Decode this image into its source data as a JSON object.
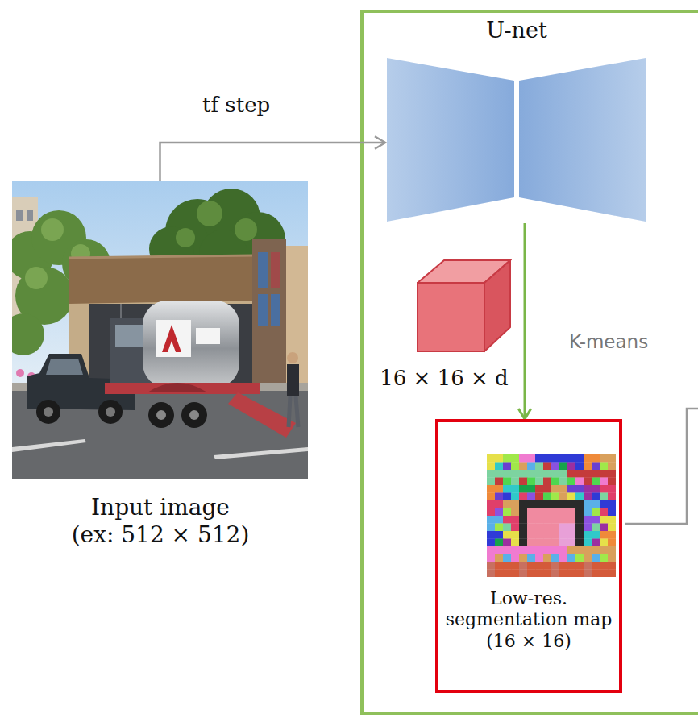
{
  "diagram": {
    "nodes": [
      {
        "text": [
          "Input image (ex: 512 × 512)"
        ]
      },
      {
        "text": [
          "U-net"
        ]
      },
      {
        "text": [
          "16 × 16 × d"
        ]
      },
      {
        "text": [
          "Low-res. segmentation map (16 × 16)"
        ]
      }
    ],
    "edges": [
      {
        "from": 0,
        "to": 1,
        "arrow": "to",
        "label": "tf step"
      },
      {
        "from": 1,
        "to": 3,
        "arrow": "to",
        "label": "K-means"
      }
    ]
  }
}
